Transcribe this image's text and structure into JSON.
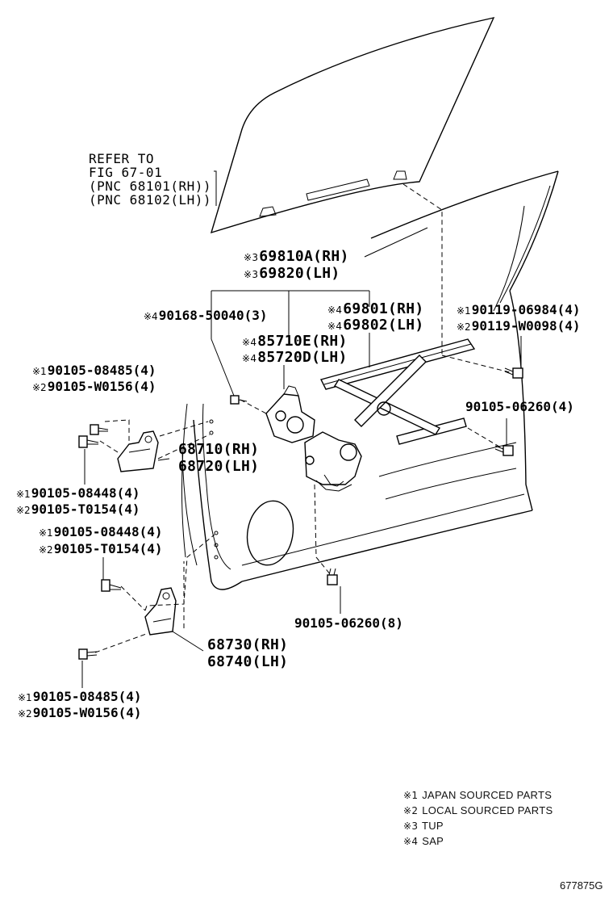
{
  "refer": {
    "line1": "REFER TO",
    "line2": "FIG 67-01",
    "line3": "(PNC 68101(RH))",
    "line4": "(PNC 68102(LH))"
  },
  "parts": {
    "p69810": {
      "mark": "※3",
      "text": "69810A(RH)"
    },
    "p69820": {
      "mark": "※3",
      "text": "69820(LH)"
    },
    "p90168": {
      "mark": "※4",
      "text": "90168-50040(3)"
    },
    "p69801": {
      "mark": "※4",
      "text": "69801(RH)"
    },
    "p69802": {
      "mark": "※4",
      "text": "69802(LH)"
    },
    "p85710": {
      "mark": "※4",
      "text": "85710E(RH)"
    },
    "p85720": {
      "mark": "※4",
      "text": "85720D(LH)"
    },
    "p90119a": {
      "mark": "※1",
      "text": "90119-06984(4)"
    },
    "p90119b": {
      "mark": "※2",
      "text": "90119-W0098(4)"
    },
    "p90105a": {
      "mark": "※1",
      "text": "90105-08485(4)"
    },
    "p90105b": {
      "mark": "※2",
      "text": "90105-W0156(4)"
    },
    "p90105c": {
      "mark": "",
      "text": "90105-06260(4)"
    },
    "p68710": {
      "mark": "",
      "text": "68710(RH)"
    },
    "p68720": {
      "mark": "",
      "text": "68720(LH)"
    },
    "p90105d": {
      "mark": "※1",
      "text": "90105-08448(4)"
    },
    "p90105e": {
      "mark": "※2",
      "text": "90105-T0154(4)"
    },
    "p90105f": {
      "mark": "※1",
      "text": "90105-08448(4)"
    },
    "p90105g": {
      "mark": "※2",
      "text": "90105-T0154(4)"
    },
    "p90105h": {
      "mark": "",
      "text": "90105-06260(8)"
    },
    "p68730": {
      "mark": "",
      "text": "68730(RH)"
    },
    "p68740": {
      "mark": "",
      "text": "68740(LH)"
    },
    "p90105i": {
      "mark": "※1",
      "text": "90105-08485(4)"
    },
    "p90105j": {
      "mark": "※2",
      "text": "90105-W0156(4)"
    }
  },
  "legend": [
    {
      "mark": "※1",
      "text": "JAPAN SOURCED PARTS"
    },
    {
      "mark": "※2",
      "text": "LOCAL SOURCED PARTS"
    },
    {
      "mark": "※3",
      "text": "TUP"
    },
    {
      "mark": "※4",
      "text": "SAP"
    }
  ],
  "figure_code": "677875G"
}
